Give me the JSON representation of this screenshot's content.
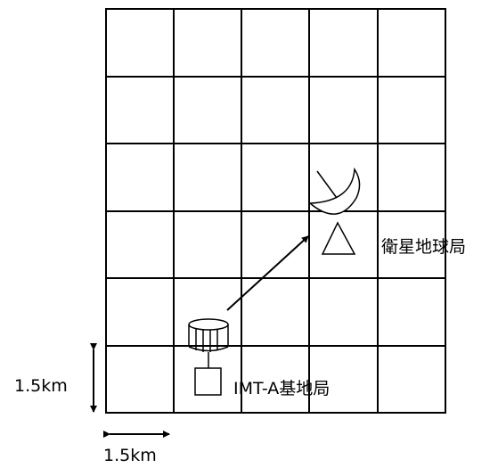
{
  "grid": {
    "columns": 5,
    "rows": 6
  },
  "labels": {
    "satellite_station": "衛星地球局",
    "imt_base_station": "IMT-A基地局",
    "vertical_scale": "1.5km",
    "horizontal_scale": "1.5km"
  },
  "icons": [
    "satellite-dish-icon",
    "base-station-antenna-icon"
  ],
  "colors": {
    "line": "#000000",
    "background": "#ffffff"
  }
}
